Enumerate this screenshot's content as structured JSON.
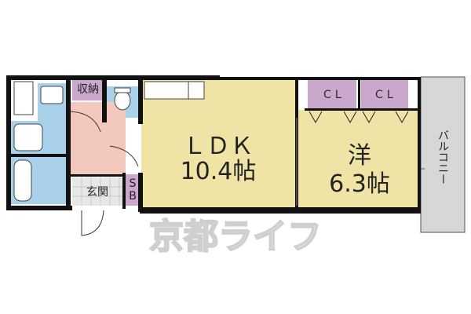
{
  "rooms": {
    "ldk_name": "ＬＤＫ",
    "ldk_size": "10.4帖",
    "western_name": "洋",
    "western_size": "6.3帖",
    "closet_1": "ＣＬ",
    "closet_2": "ＣＬ",
    "storage": "収納",
    "entrance": "玄関",
    "shoe_box_s": "S",
    "shoe_box_b": "B",
    "balcony": "バルコニー"
  },
  "watermark": "京都ライフ",
  "colors": {
    "ldk_fill": "#f0e3a6",
    "closet_fill": "#c9a8cc",
    "wet_area_fill": "#a9d2ea",
    "entrance_hall_fill": "#f4c9bd",
    "balcony_fill": "#d7d7d7",
    "wall": "#111111"
  }
}
